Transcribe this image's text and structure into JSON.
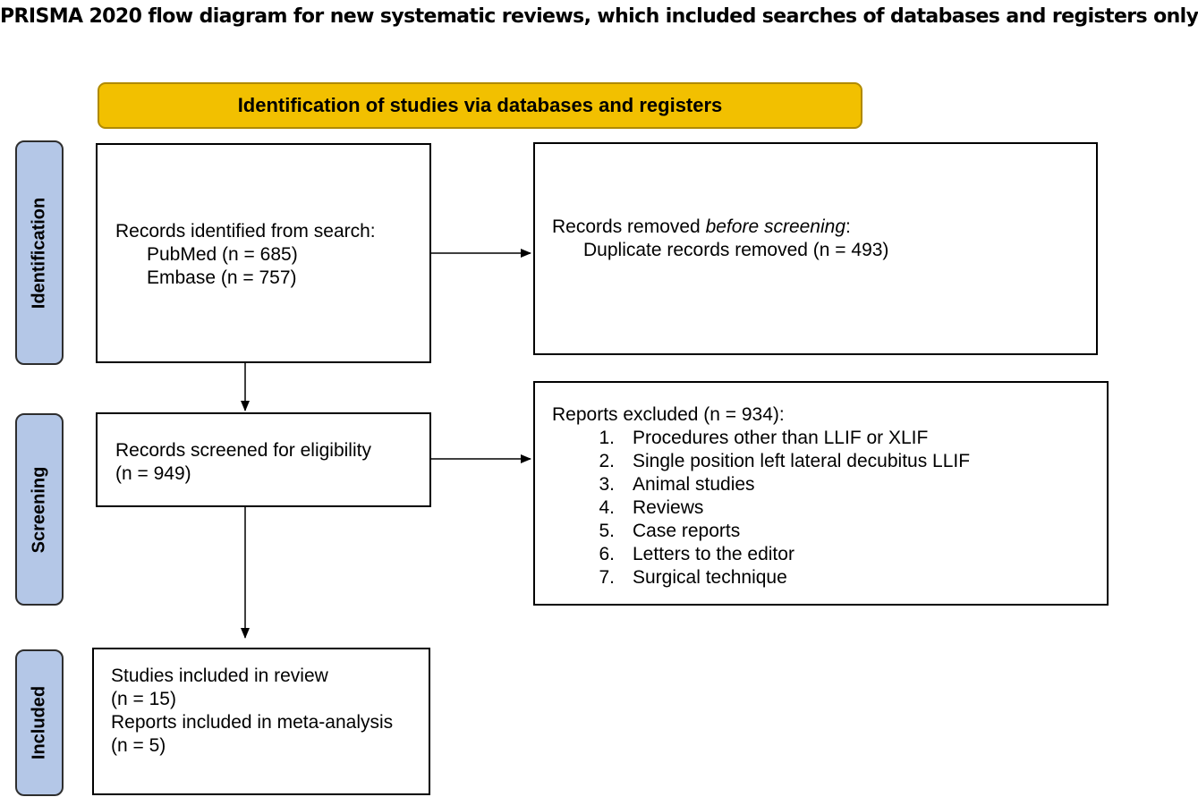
{
  "title": "PRISMA 2020 flow diagram for new systematic reviews, which included searches of databases and registers only",
  "banner": "Identification of studies via databases and registers",
  "phases": {
    "identification": "Identification",
    "screening": "Screening",
    "included": "Included"
  },
  "records_identified": {
    "heading": "Records identified from search:",
    "pubmed": "PubMed (n = 685)",
    "embase": "Embase (n = 757)"
  },
  "records_removed": {
    "heading_prefix": "Records removed ",
    "heading_italic": "before screening",
    "heading_suffix": ":",
    "duplicates": "Duplicate records removed (n = 493)"
  },
  "records_screened": {
    "line1": "Records screened for eligibility",
    "line2": "(n = 949)"
  },
  "reports_excluded": {
    "heading": "Reports excluded (n = 934):",
    "items": [
      {
        "num": "1.",
        "text": "Procedures other than LLIF or XLIF"
      },
      {
        "num": "2.",
        "text": "Single position left lateral decubitus LLIF"
      },
      {
        "num": "3.",
        "text": "Animal studies"
      },
      {
        "num": "4.",
        "text": "Reviews"
      },
      {
        "num": "5.",
        "text": "Case reports"
      },
      {
        "num": "6.",
        "text": "Letters to the editor"
      },
      {
        "num": "7.",
        "text": "Surgical technique"
      }
    ]
  },
  "included": {
    "line1": "Studies included in review",
    "line2": "(n = 15)",
    "line3": "Reports included in meta-analysis",
    "line4": "(n = 5)"
  },
  "colors": {
    "banner": "#f2c000",
    "phase": "#b4c7e7"
  }
}
